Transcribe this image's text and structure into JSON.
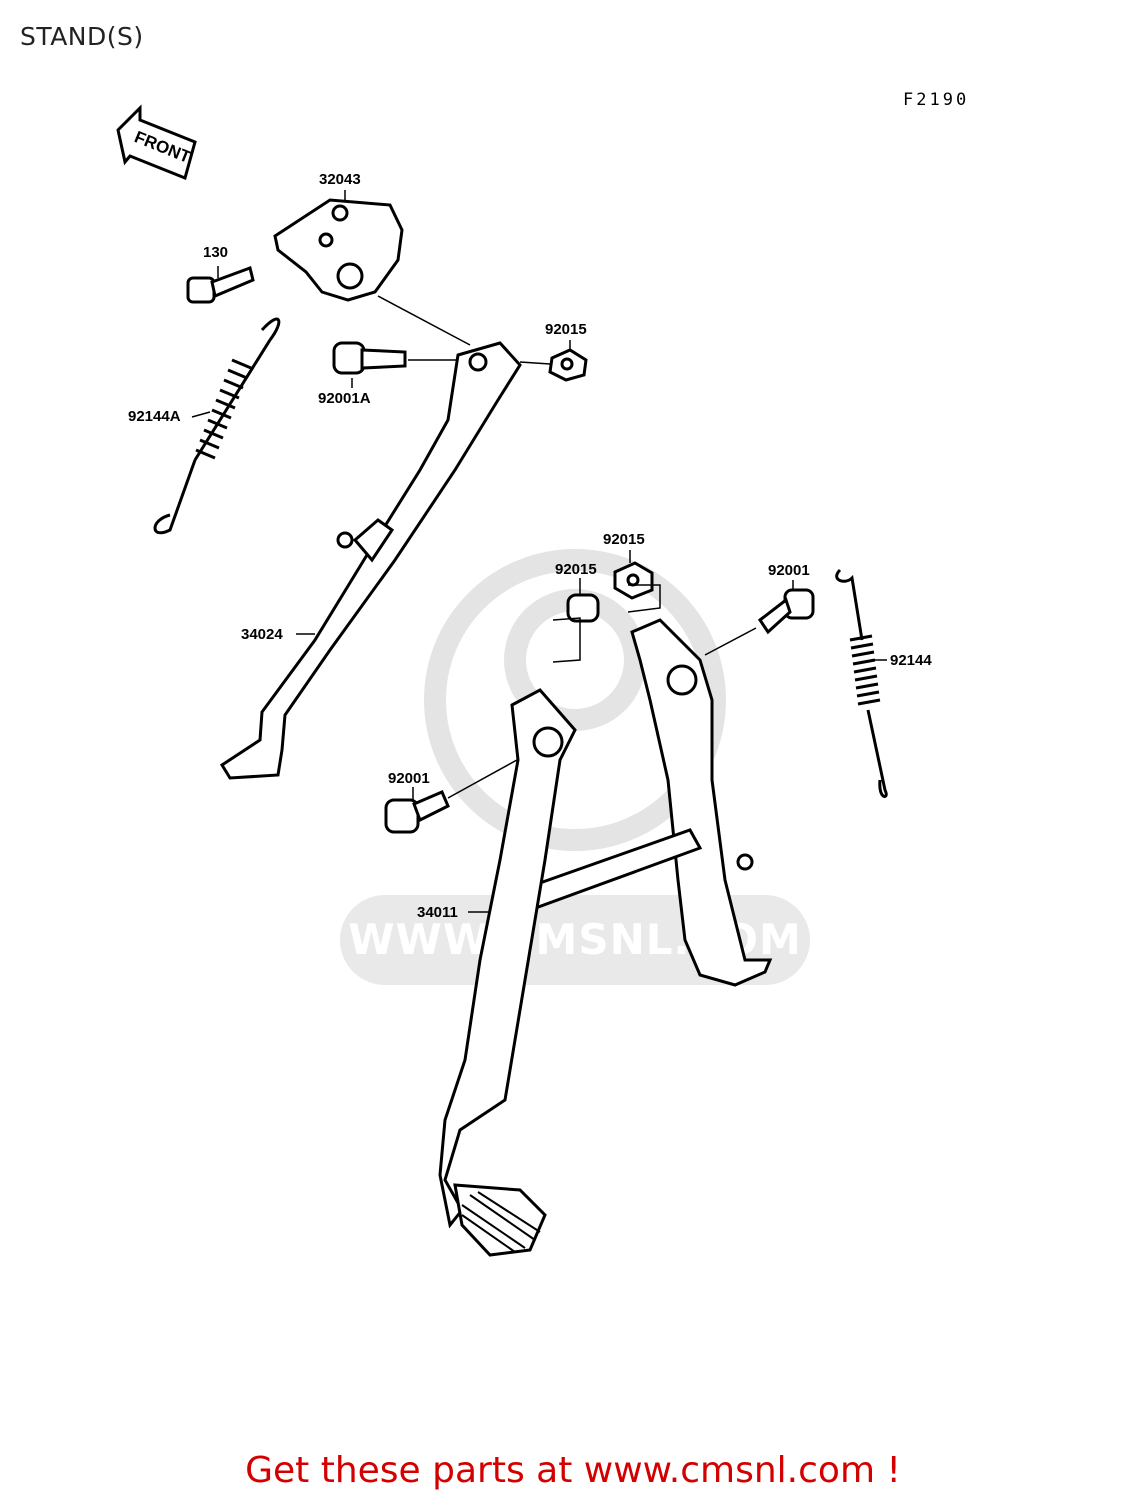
{
  "header": {
    "title": "STAND(S)"
  },
  "figure_code": "F2190",
  "front_arrow": {
    "label": "FRONT"
  },
  "parts": [
    {
      "number": "32043",
      "name": "bracket"
    },
    {
      "number": "130",
      "name": "bolt"
    },
    {
      "number": "92015",
      "name": "nut"
    },
    {
      "number": "92001A",
      "name": "bolt"
    },
    {
      "number": "92144A",
      "name": "spring"
    },
    {
      "number": "34024",
      "name": "side stand"
    },
    {
      "number": "92015",
      "name": "nut"
    },
    {
      "number": "92015",
      "name": "nut"
    },
    {
      "number": "92001",
      "name": "bolt"
    },
    {
      "number": "92144",
      "name": "spring"
    },
    {
      "number": "92001",
      "name": "bolt"
    },
    {
      "number": "34011",
      "name": "center stand"
    }
  ],
  "watermark": {
    "text": "WWW.CMSNL.COM",
    "color": "#e9e9e9"
  },
  "footer": {
    "cta": "Get these parts at www.cmsnl.com !",
    "color": "#d40000"
  }
}
